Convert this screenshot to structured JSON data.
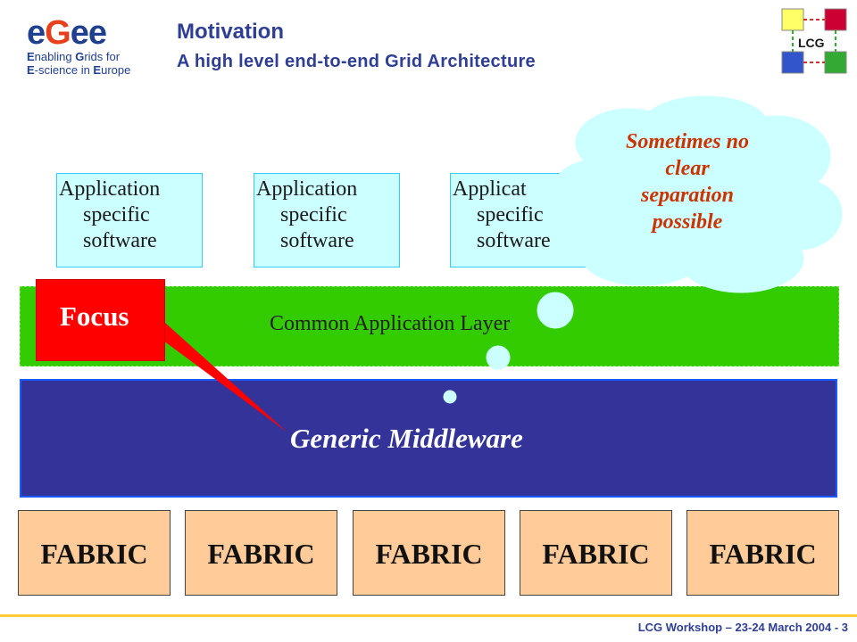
{
  "header": {
    "title": "Motivation",
    "subtitle": "A high level end-to-end Grid Architecture",
    "logo_egee": {
      "word_e1": "e",
      "word_g": "G",
      "word_e2": "ee",
      "line1_e": "E",
      "line1_rest": "nabling ",
      "line1_g": "G",
      "line1_rest2": "rids for",
      "line2_e": "E",
      "line2_rest": "-science in ",
      "line2_eu": "E",
      "line2_rest2": "urope"
    },
    "logo_lcg": "LCG"
  },
  "apps": [
    {
      "line1": "Application",
      "line2": "specific",
      "line3": "software"
    },
    {
      "line1": "Application",
      "line2": "specific",
      "line3": "software"
    },
    {
      "line1": "Applicat",
      "line2": "specific",
      "line3": "software"
    }
  ],
  "layers": {
    "common": "Common Application Layer",
    "middleware": "Generic Middleware",
    "focus": "Focus"
  },
  "cloud": {
    "text_line1": "Sometimes no",
    "text_line2": "clear",
    "text_line3": "separation",
    "text_line4": "possible"
  },
  "fabrics": [
    "FABRIC",
    "FABRIC",
    "FABRIC",
    "FABRIC",
    "FABRIC"
  ],
  "footer": "LCG Workshop – 23-24 March 2004 - 3",
  "colors": {
    "title": "#2e3f95",
    "app_fill": "#ccffff",
    "common_fill": "#33cc00",
    "middleware_fill": "#333399",
    "focus_fill": "#ff0000",
    "fabric_fill": "#ffcc99",
    "cloud_fill": "#ccffff",
    "cloud_text": "#cc3300",
    "footer_line": "#ffcc33"
  }
}
